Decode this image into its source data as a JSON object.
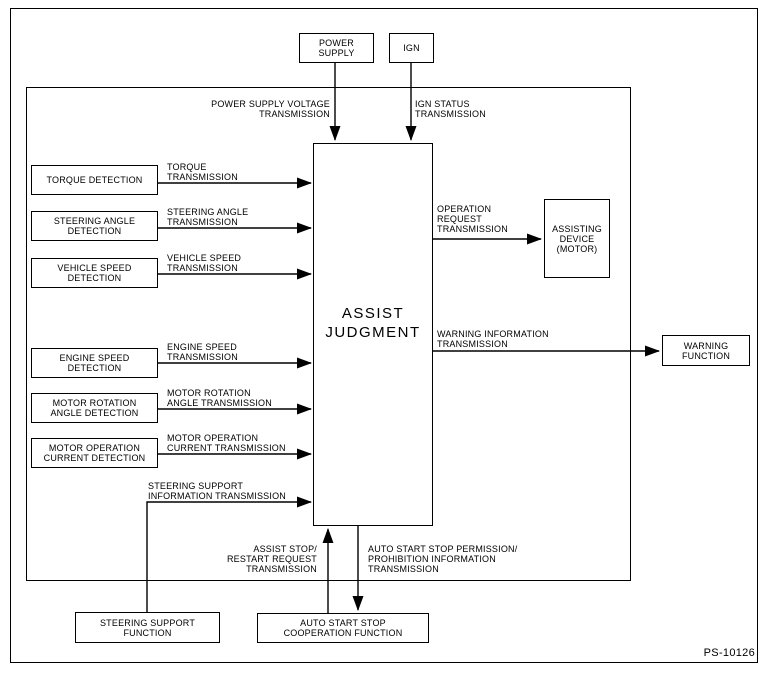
{
  "diagram": {
    "code": "PS-10126",
    "colors": {
      "line": "#000000",
      "background": "#ffffff",
      "text": "#000000"
    },
    "boxes": {
      "power_supply": "POWER\nSUPPLY",
      "ign": "IGN",
      "torque_detection": "TORQUE DETECTION",
      "steering_angle_detection": "STEERING ANGLE\nDETECTION",
      "vehicle_speed_detection": "VEHICLE SPEED\nDETECTION",
      "engine_speed_detection": "ENGINE SPEED\nDETECTION",
      "motor_rotation_angle_detection": "MOTOR ROTATION\nANGLE DETECTION",
      "motor_operation_current_detection": "MOTOR OPERATION\nCURRENT DETECTION",
      "assist_judgment": "ASSIST\nJUDGMENT",
      "assisting_device": "ASSISTING\nDEVICE\n(MOTOR)",
      "warning_function": "WARNING\nFUNCTION",
      "steering_support_function": "STEERING SUPPORT\nFUNCTION",
      "auto_start_stop_cooperation_function": "AUTO START STOP\nCOOPERATION FUNCTION"
    },
    "flows": {
      "power_supply_voltage": "POWER SUPPLY VOLTAGE\nTRANSMISSION",
      "ign_status": "IGN STATUS\nTRANSMISSION",
      "torque": "TORQUE\nTRANSMISSION",
      "steering_angle": "STEERING ANGLE\nTRANSMISSION",
      "vehicle_speed": "VEHICLE SPEED\nTRANSMISSION",
      "engine_speed": "ENGINE SPEED\nTRANSMISSION",
      "motor_rotation_angle": "MOTOR ROTATION\nANGLE TRANSMISSION",
      "motor_operation_current": "MOTOR OPERATION\nCURRENT TRANSMISSION",
      "steering_support_information": "STEERING SUPPORT\nINFORMATION TRANSMISSION",
      "operation_request": "OPERATION\nREQUEST\nTRANSMISSION",
      "warning_information": "WARNING INFORMATION\nTRANSMISSION",
      "assist_stop_restart_request": "ASSIST STOP/\nRESTART REQUEST\nTRANSMISSION",
      "auto_start_stop_permission": "AUTO START STOP PERMISSION/\nPROHIBITION INFORMATION\nTRANSMISSION"
    }
  }
}
